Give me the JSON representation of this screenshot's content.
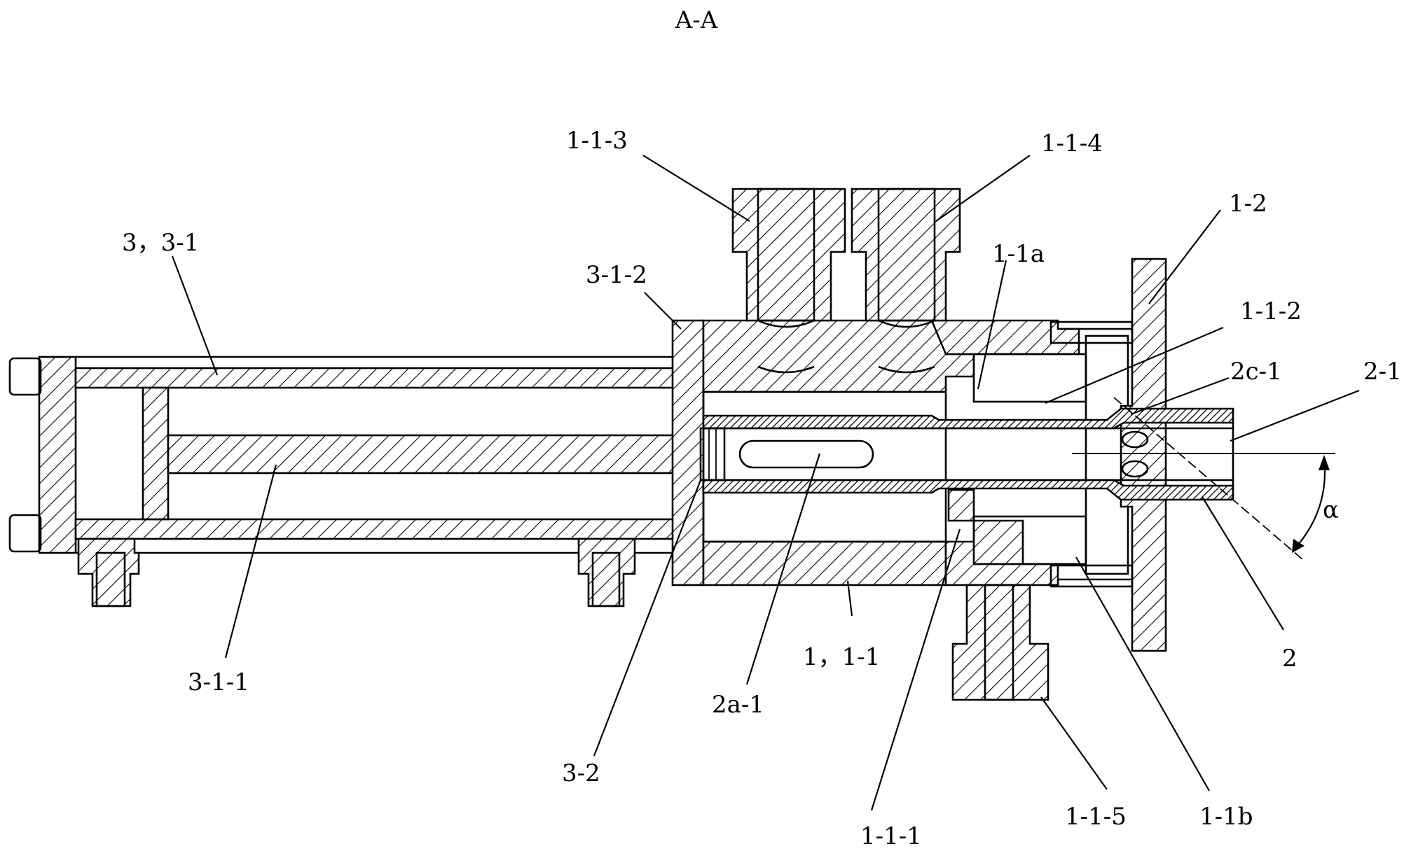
{
  "title": "A-A",
  "labels": {
    "l_1_1_3": "1-1-3",
    "l_1_1_4": "1-1-4",
    "l_3_3_1": "3，3-1",
    "l_3_1_2": "3-1-2",
    "l_1_1a": "1-1a",
    "l_1_2": "1-2",
    "l_1_1_2": "1-1-2",
    "l_2c_1": "2c-1",
    "l_2_1": "2-1",
    "l_alpha": "α",
    "l_3_1_1": "3-1-1",
    "l_1_1": "1，1-1",
    "l_2a_1": "2a-1",
    "l_2": "2",
    "l_3_2": "3-2",
    "l_1_1_1": "1-1-1",
    "l_1_1_5": "1-1-5",
    "l_1_1b": "1-1b"
  }
}
